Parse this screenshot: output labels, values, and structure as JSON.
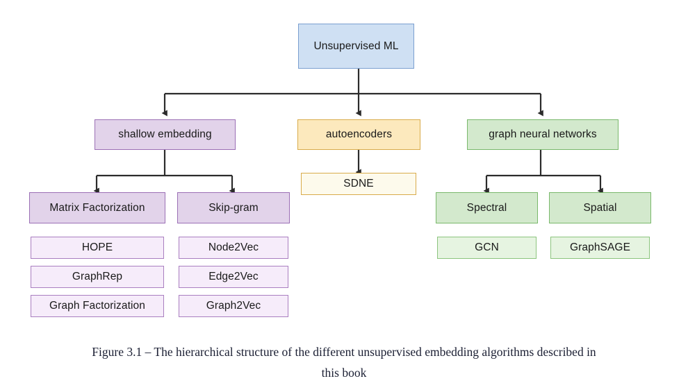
{
  "figure": {
    "caption_line1": "Figure 3.1 – The hierarchical structure of the different unsupervised embedding algorithms described in",
    "caption_line2": "this book"
  },
  "colors": {
    "root_fill": "#cfe0f3",
    "root_stroke": "#7a9fd0",
    "shallow_fill": "#e2d3ea",
    "shallow_stroke": "#9b6fb5",
    "shallow_leaf_fill": "#f6ecfa",
    "autoencoder_fill": "#fce9bd",
    "autoencoder_stroke": "#d9ab4a",
    "autoencoder_leaf_fill": "#fdfaec",
    "gnn_fill": "#d3e9cd",
    "gnn_stroke": "#79b86b",
    "gnn_leaf_fill": "#e6f4e1",
    "connector": "#2b2b2b",
    "caption_text": "#1b1f33"
  },
  "tree": {
    "root": {
      "label": "Unsupervised ML"
    },
    "branches": [
      {
        "id": "shallow-embedding",
        "label": "shallow embedding",
        "columns": [
          {
            "id": "matrix-factorization",
            "header": "Matrix Factorization",
            "items": [
              "HOPE",
              "GraphRep",
              "Graph Factorization"
            ]
          },
          {
            "id": "skip-gram",
            "header": "Skip-gram",
            "items": [
              "Node2Vec",
              "Edge2Vec",
              "Graph2Vec"
            ]
          }
        ]
      },
      {
        "id": "autoencoders",
        "label": "autoencoders",
        "columns": [
          {
            "id": "sdne",
            "header": "SDNE",
            "items": []
          }
        ]
      },
      {
        "id": "graph-neural-networks",
        "label": "graph neural networks",
        "columns": [
          {
            "id": "spectral",
            "header": "Spectral",
            "items": [
              "GCN"
            ]
          },
          {
            "id": "spatial",
            "header": "Spatial",
            "items": [
              "GraphSAGE"
            ]
          }
        ]
      }
    ]
  }
}
